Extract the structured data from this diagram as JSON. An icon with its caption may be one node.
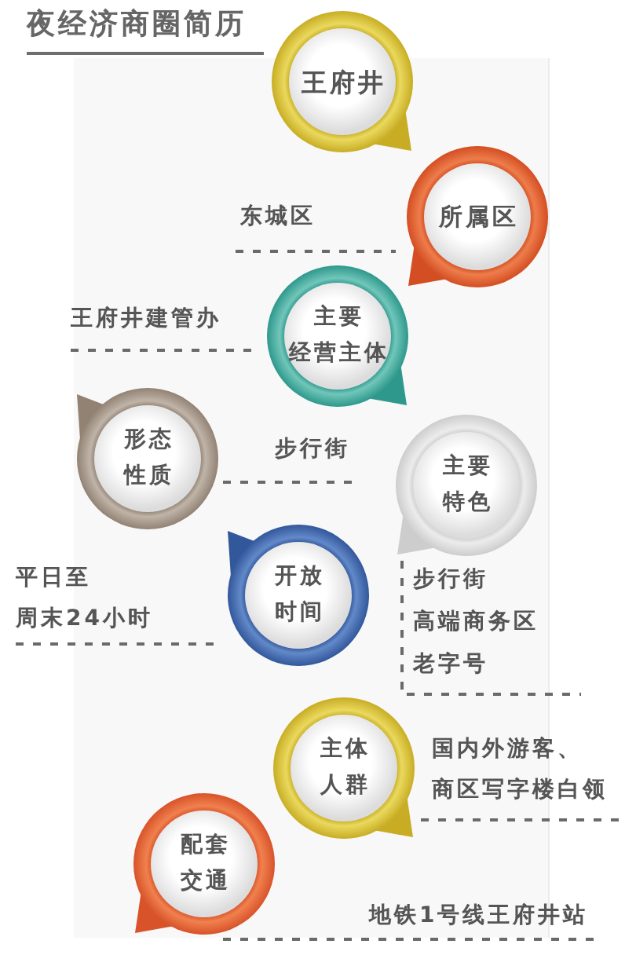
{
  "diagram": {
    "title": "夜经济商圈简历",
    "nodes": [
      {
        "text": [
          "王府井"
        ]
      },
      {
        "text": [
          "所属区"
        ]
      },
      {
        "text": [
          "主要经营主体"
        ],
        "beside": [
          "王府井建管办"
        ]
      },
      {
        "text": [
          "形态性质"
        ]
      },
      {
        "text": [
          "主要特色"
        ],
        "beside": [
          "步行街",
          "高端商务区",
          "老字号"
        ]
      },
      {
        "text": [
          "开放时间"
        ],
        "beside": [
          "平日至",
          "周末24小时"
        ]
      },
      {
        "text": [
          "主体人群"
        ],
        "beside": [
          "国内外游客、",
          "商区写字楼白领"
        ]
      },
      {
        "text": [
          "配套交通"
        ]
      }
    ],
    "labels": [
      "东城区",
      "步行街",
      "地铁1号线王府井站"
    ]
  }
}
